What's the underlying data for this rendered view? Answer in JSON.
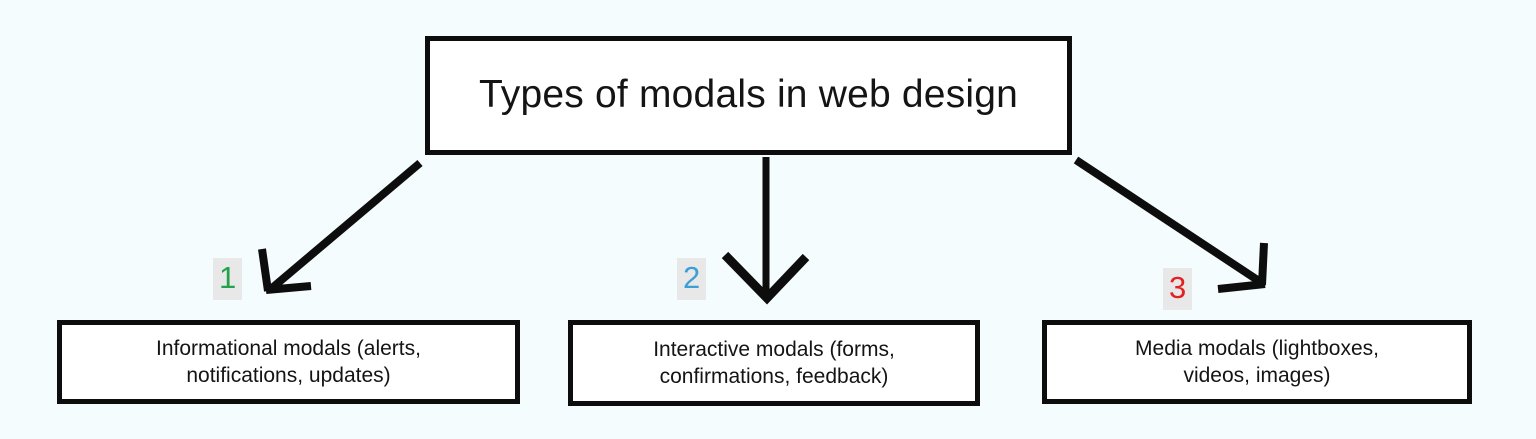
{
  "diagram": {
    "background_color": "#f4fcfd",
    "title": {
      "label": "Types of modals in web design"
    },
    "branches": [
      {
        "marker": "1",
        "marker_color": "#24a14b",
        "label": "Informational modals (alerts,\nnotifications, updates)",
        "line1": "Informational modals (alerts,",
        "line2": "notifications, updates)",
        "arrow": "arrow-down-left-icon"
      },
      {
        "marker": "2",
        "marker_color": "#3d9fd6",
        "label": "Interactive modals (forms,\nconfirmations, feedback)",
        "line1": "Interactive modals (forms,",
        "line2": "confirmations, feedback)",
        "arrow": "arrow-down-icon"
      },
      {
        "marker": "3",
        "marker_color": "#e22222",
        "label": "Media modals (lightboxes,\nvideos, images)",
        "line1": "Media modals (lightboxes,",
        "line2": "videos, images)",
        "arrow": "arrow-down-right-icon"
      }
    ]
  }
}
